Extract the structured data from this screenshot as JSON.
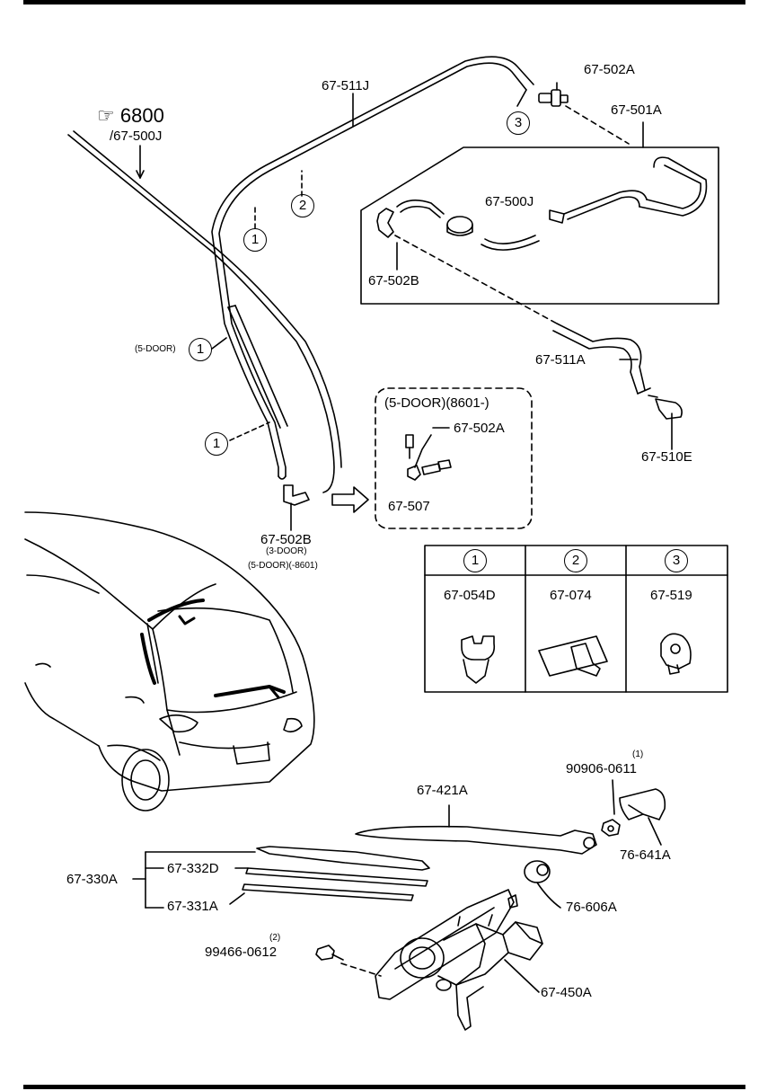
{
  "ref": {
    "symbol": "☞",
    "number": "6800",
    "subref": "/67-500J"
  },
  "callout_markers": {
    "one": "1",
    "two": "2",
    "three": "3"
  },
  "labels": {
    "hose_main": "67-511J",
    "joint_top": "67-502A",
    "hose_inset": "67-501A",
    "hose_500j": "67-500J",
    "joint_502b_inset": "67-502B",
    "hose_511a": "67-511A",
    "nozzle": "67-510E",
    "five_door_1": "(5-DOOR)",
    "joint_502b": "67-502B",
    "joint_502b_note1": "(3-DOOR)",
    "joint_502b_note2": "(5-DOOR)(-8601)",
    "five_door_box_title": "(5-DOOR)(8601-)",
    "joint_502a_box": "67-502A",
    "joint_507": "67-507",
    "arm": "67-421A",
    "bolt_nut": "90906-0611",
    "bolt_nut_qty": "(1)",
    "cap": "76-641A",
    "blade_assy": "67-330A",
    "blade": "67-332D",
    "rubber": "67-331A",
    "grommet": "76-606A",
    "bolt": "99466-0612",
    "bolt_qty": "(2)",
    "motor": "67-450A"
  },
  "clip_table": {
    "columns": [
      {
        "marker": "1",
        "part": "67-054D"
      },
      {
        "marker": "2",
        "part": "67-074"
      },
      {
        "marker": "3",
        "part": "67-519"
      }
    ]
  }
}
